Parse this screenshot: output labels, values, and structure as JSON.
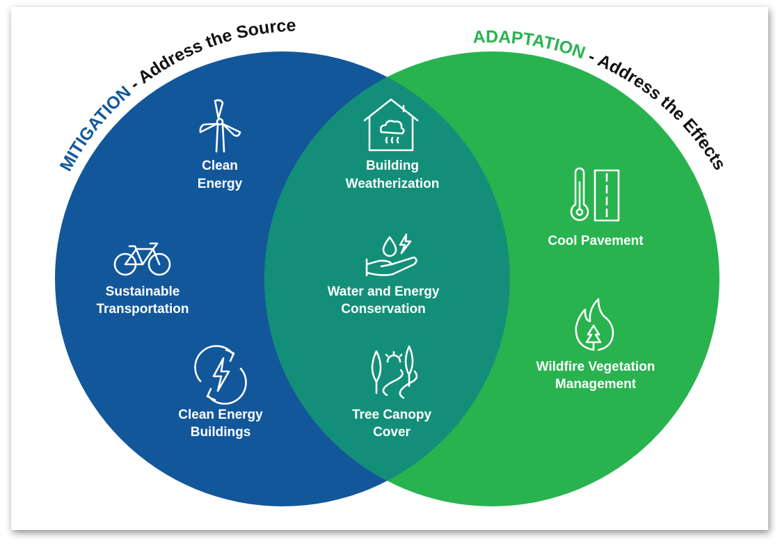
{
  "mitigation": {
    "keyword": "MITIGATION",
    "tagline": " - Address the Source",
    "items": [
      {
        "line1": "Clean",
        "line2": "Energy",
        "icon": "wind-turbine-icon"
      },
      {
        "line1": "Sustainable",
        "line2": "Transportation",
        "icon": "bicycle-icon"
      },
      {
        "line1": "Clean Energy",
        "line2": "Buildings",
        "icon": "renewable-energy-icon"
      }
    ]
  },
  "adaptation": {
    "keyword": "ADAPTATION",
    "tagline": " - Address the Effects",
    "items": [
      {
        "line1": "Cool Pavement",
        "line2": "",
        "icon": "thermometer-pavement-icon"
      },
      {
        "line1": "Wildfire Vegetation",
        "line2": "Management",
        "icon": "wildfire-tree-icon"
      }
    ]
  },
  "overlap": {
    "items": [
      {
        "line1": "Building",
        "line2": "Weatherization",
        "icon": "house-cloud-icon"
      },
      {
        "line1": "Water and Energy",
        "line2": "Conservation",
        "icon": "hand-water-energy-icon"
      },
      {
        "line1": "Tree Canopy",
        "line2": "Cover",
        "icon": "trees-path-icon"
      }
    ]
  },
  "colors": {
    "mitigation": "#13579b",
    "adaptation": "#28b34f",
    "overlap": "#138f79",
    "mitigation_text": "#13579b",
    "adaptation_text": "#28b34f",
    "tagline_text": "#111111"
  }
}
